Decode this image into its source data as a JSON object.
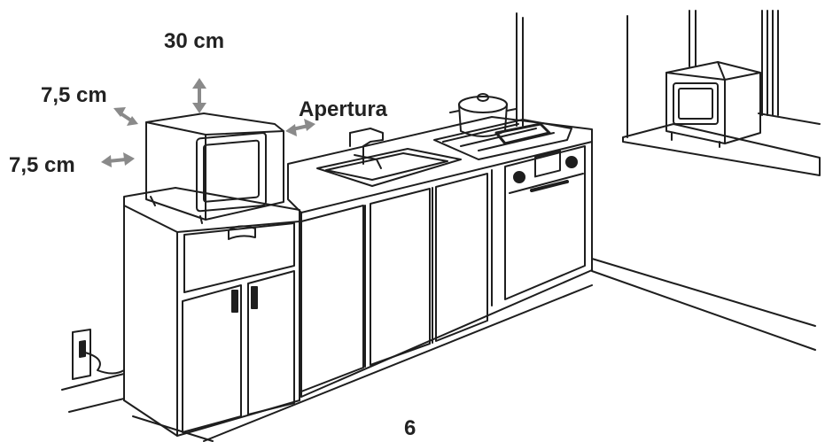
{
  "labels": {
    "top_clearance": "30 cm",
    "side_clearance_upper": "7,5 cm",
    "side_clearance_lower": "7,5 cm",
    "opening": "Apertura"
  },
  "page_number": "6",
  "colors": {
    "line": "#1e1e1e",
    "arrow": "#8a8a8a",
    "text": "#222222",
    "background": "#ffffff"
  }
}
